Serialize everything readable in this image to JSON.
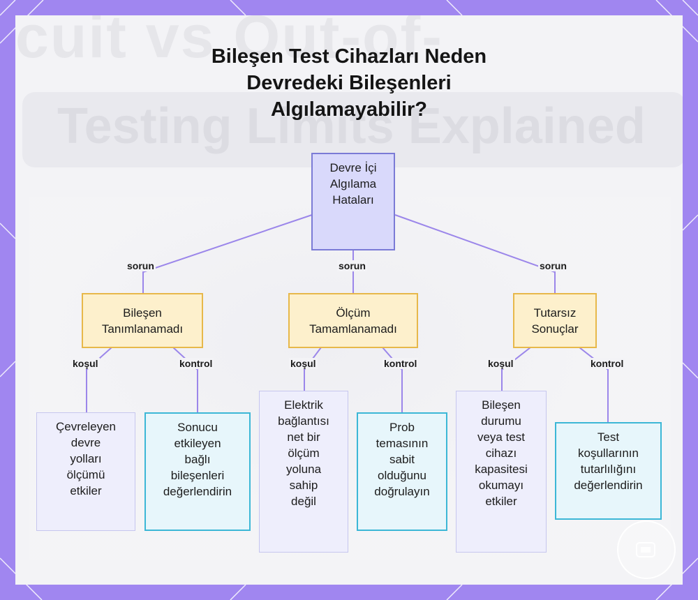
{
  "title": "Bileşen Test Cihazları Neden\nDevredeki Bileşenleri\nAlgılamayabilir?",
  "background_text": {
    "line1": "cuit vs Out-of-",
    "line2": "Testing Limits Explained"
  },
  "colors": {
    "frame": "#a086f0",
    "root_fill": "#d9d9fb",
    "mid_fill": "#fdf0cc",
    "mid_border": "#e7b84a",
    "leaf_a_fill": "#eeeefc",
    "leaf_b_fill": "#e7f6fb",
    "leaf_b_border": "#3cb7d6",
    "link": "#9b86ea"
  },
  "diagram": {
    "root": {
      "label": "Devre İçi\nAlgılama\nHataları"
    },
    "branches": [
      {
        "edge_label": "sorun",
        "label": "Bileşen\nTanımlanamadı",
        "children": [
          {
            "edge_label": "koşul",
            "label": "Çevreleyen\ndevre\nyolları\nölçümü\netkiler"
          },
          {
            "edge_label": "kontrol",
            "label": "Sonucu\netkileyen\nbağlı\nbileşenleri\ndeğerlendirin"
          }
        ]
      },
      {
        "edge_label": "sorun",
        "label": "Ölçüm\nTamamlanamadı",
        "children": [
          {
            "edge_label": "koşul",
            "label": "Elektrik\nbağlantısı\nnet bir\nölçüm\nyoluna\nsahip\ndeğil"
          },
          {
            "edge_label": "kontrol",
            "label": "Prob\ntemasının\nsabit\nolduğunu\ndoğrulayın"
          }
        ]
      },
      {
        "edge_label": "sorun",
        "label": "Tutarsız\nSonuçlar",
        "children": [
          {
            "edge_label": "koşul",
            "label": "Bileşen\ndurumu\nveya test\ncihazı\nkapasitesi\nokumayı\netkiler"
          },
          {
            "edge_label": "kontrol",
            "label": "Test\nkoşullarının\ntutarlılığını\ndeğerlendirin"
          }
        ]
      }
    ]
  }
}
